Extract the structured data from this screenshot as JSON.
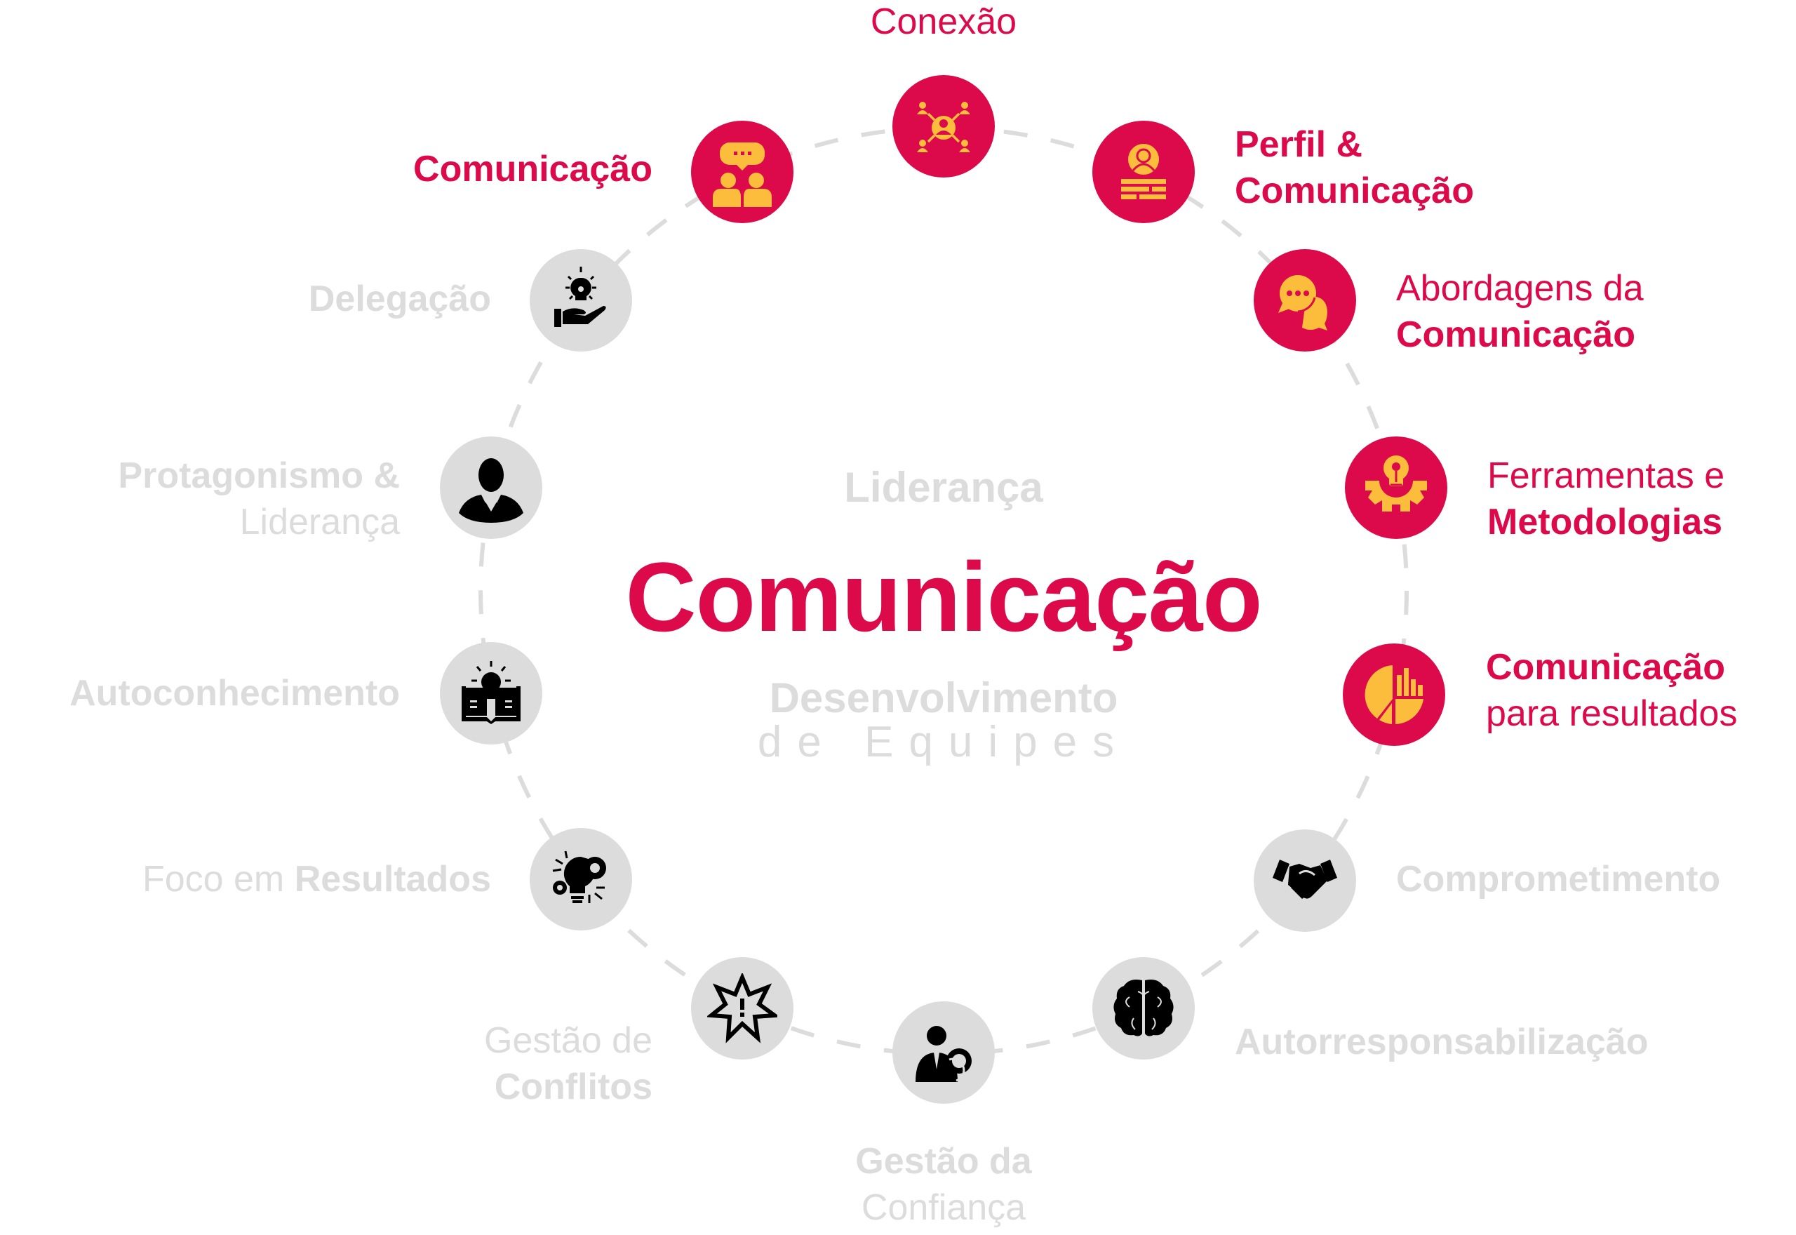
{
  "colors": {
    "accent": "#dc0a4a",
    "icon_fill_active": "#fbbd3b",
    "inactive_circle": "#dcdcdc",
    "inactive_text": "#dcdcdc",
    "ring_dash": "#dcdcdc"
  },
  "center": {
    "top": "Liderança",
    "title": "Comunicação",
    "bottom_line1": "Desenvolvimento",
    "bottom_line2": "de Equipes"
  },
  "nodes": [
    {
      "id": "conexao",
      "state": "active",
      "icon": "network-people-icon",
      "label": [
        "Conexão"
      ]
    },
    {
      "id": "perfil",
      "state": "active",
      "icon": "profile-card-icon",
      "label": [
        "Perfil &",
        "Comunicação"
      ]
    },
    {
      "id": "abordagens",
      "state": "active",
      "icon": "chat-bubbles-icon",
      "label": [
        "Abordagens da",
        "Comunicação"
      ]
    },
    {
      "id": "ferramentas",
      "state": "active",
      "icon": "lightbulb-gear-icon",
      "label": [
        "Ferramentas e",
        "Metodologias"
      ]
    },
    {
      "id": "resultados",
      "state": "active",
      "icon": "pie-bar-chart-icon",
      "label": [
        "Comunicação",
        "para resultados"
      ]
    },
    {
      "id": "comprometimento",
      "state": "inactive",
      "icon": "handshake-icon",
      "label": [
        "Comprometimento"
      ]
    },
    {
      "id": "autorresponsabilizacao",
      "state": "inactive",
      "icon": "brain-icon",
      "label": [
        "Autorresponsabilização"
      ]
    },
    {
      "id": "confianca",
      "state": "inactive",
      "icon": "person-gear-icon",
      "label": [
        "Gestão da",
        "Confiança"
      ]
    },
    {
      "id": "conflitos",
      "state": "inactive",
      "icon": "burst-alert-icon",
      "label": [
        "Gestão de",
        "Conflitos"
      ]
    },
    {
      "id": "foco",
      "state": "inactive",
      "icon": "lightbulb-gears-icon",
      "label": [
        "Foco em",
        "Resultados"
      ]
    },
    {
      "id": "autoconhecimento",
      "state": "inactive",
      "icon": "book-lightbulb-icon",
      "label": [
        "Autoconhecimento"
      ]
    },
    {
      "id": "protagonismo",
      "state": "inactive",
      "icon": "businessman-icon",
      "label": [
        "Protagonismo &",
        "Liderança"
      ]
    },
    {
      "id": "delegacao",
      "state": "inactive",
      "icon": "hand-lightbulb-icon",
      "label": [
        "Delegação"
      ]
    },
    {
      "id": "comunicacao",
      "state": "active",
      "icon": "people-chat-icon",
      "label": [
        "Comunicação"
      ]
    }
  ]
}
